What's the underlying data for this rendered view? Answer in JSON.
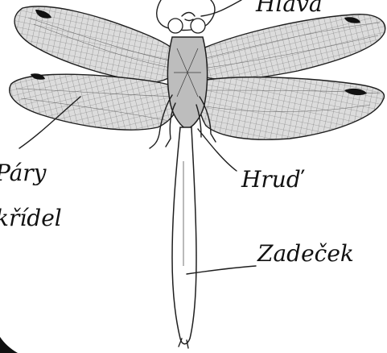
{
  "labels": {
    "head": "Hlava",
    "wings_line1": "Páry",
    "wings_line2": "křídel",
    "thorax": "Hruď",
    "abdomen": "Zadeček"
  },
  "colors": {
    "ink": "#1e1e1e",
    "wing_fill": "#d9d9d9",
    "background": "#ffffff"
  }
}
